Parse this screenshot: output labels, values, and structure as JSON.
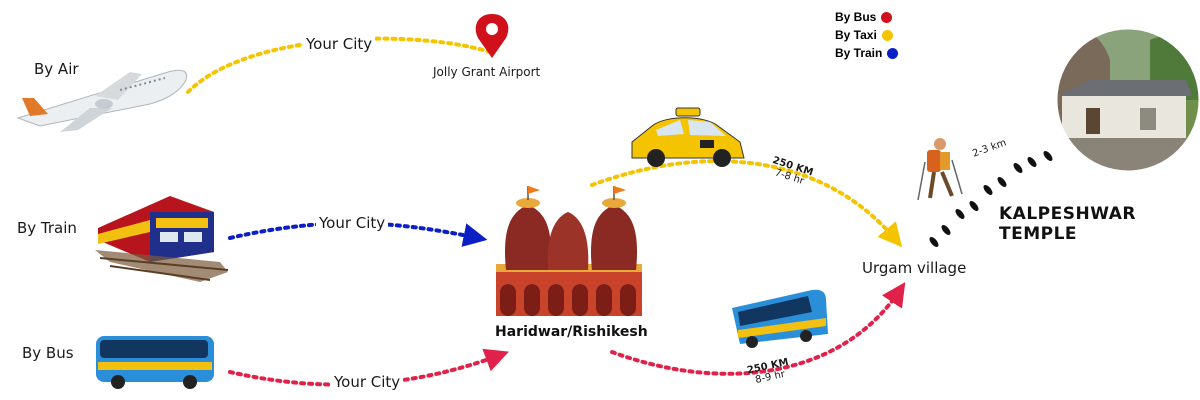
{
  "legend": {
    "items": [
      {
        "label": "By Bus",
        "color": "#d0111b"
      },
      {
        "label": "By Taxi",
        "color": "#f5c400"
      },
      {
        "label": "By Train",
        "color": "#0a1fc4"
      }
    ]
  },
  "modes": {
    "air": "By Air",
    "train": "By Train",
    "bus": "By Bus"
  },
  "routes": {
    "air_from": "Your City",
    "train_from": "Your City",
    "bus_from": "Your City"
  },
  "places": {
    "airport": "Jolly Grant Airport",
    "hub": "Haridwar/Rishikesh",
    "village": "Urgam village",
    "temple": "KALPESHWAR TEMPLE"
  },
  "distances": {
    "taxi_km": "250 KM",
    "taxi_time": "7-8 hr",
    "bus_km": "250 KM",
    "bus_time": "8-9 hr",
    "trek": "2-3 km"
  },
  "colors": {
    "air_route": "#f5c400",
    "train_route": "#0a1fc4",
    "bus_route": "#e0224a",
    "taxi_route": "#f5c400",
    "pin": "#d0111b"
  }
}
